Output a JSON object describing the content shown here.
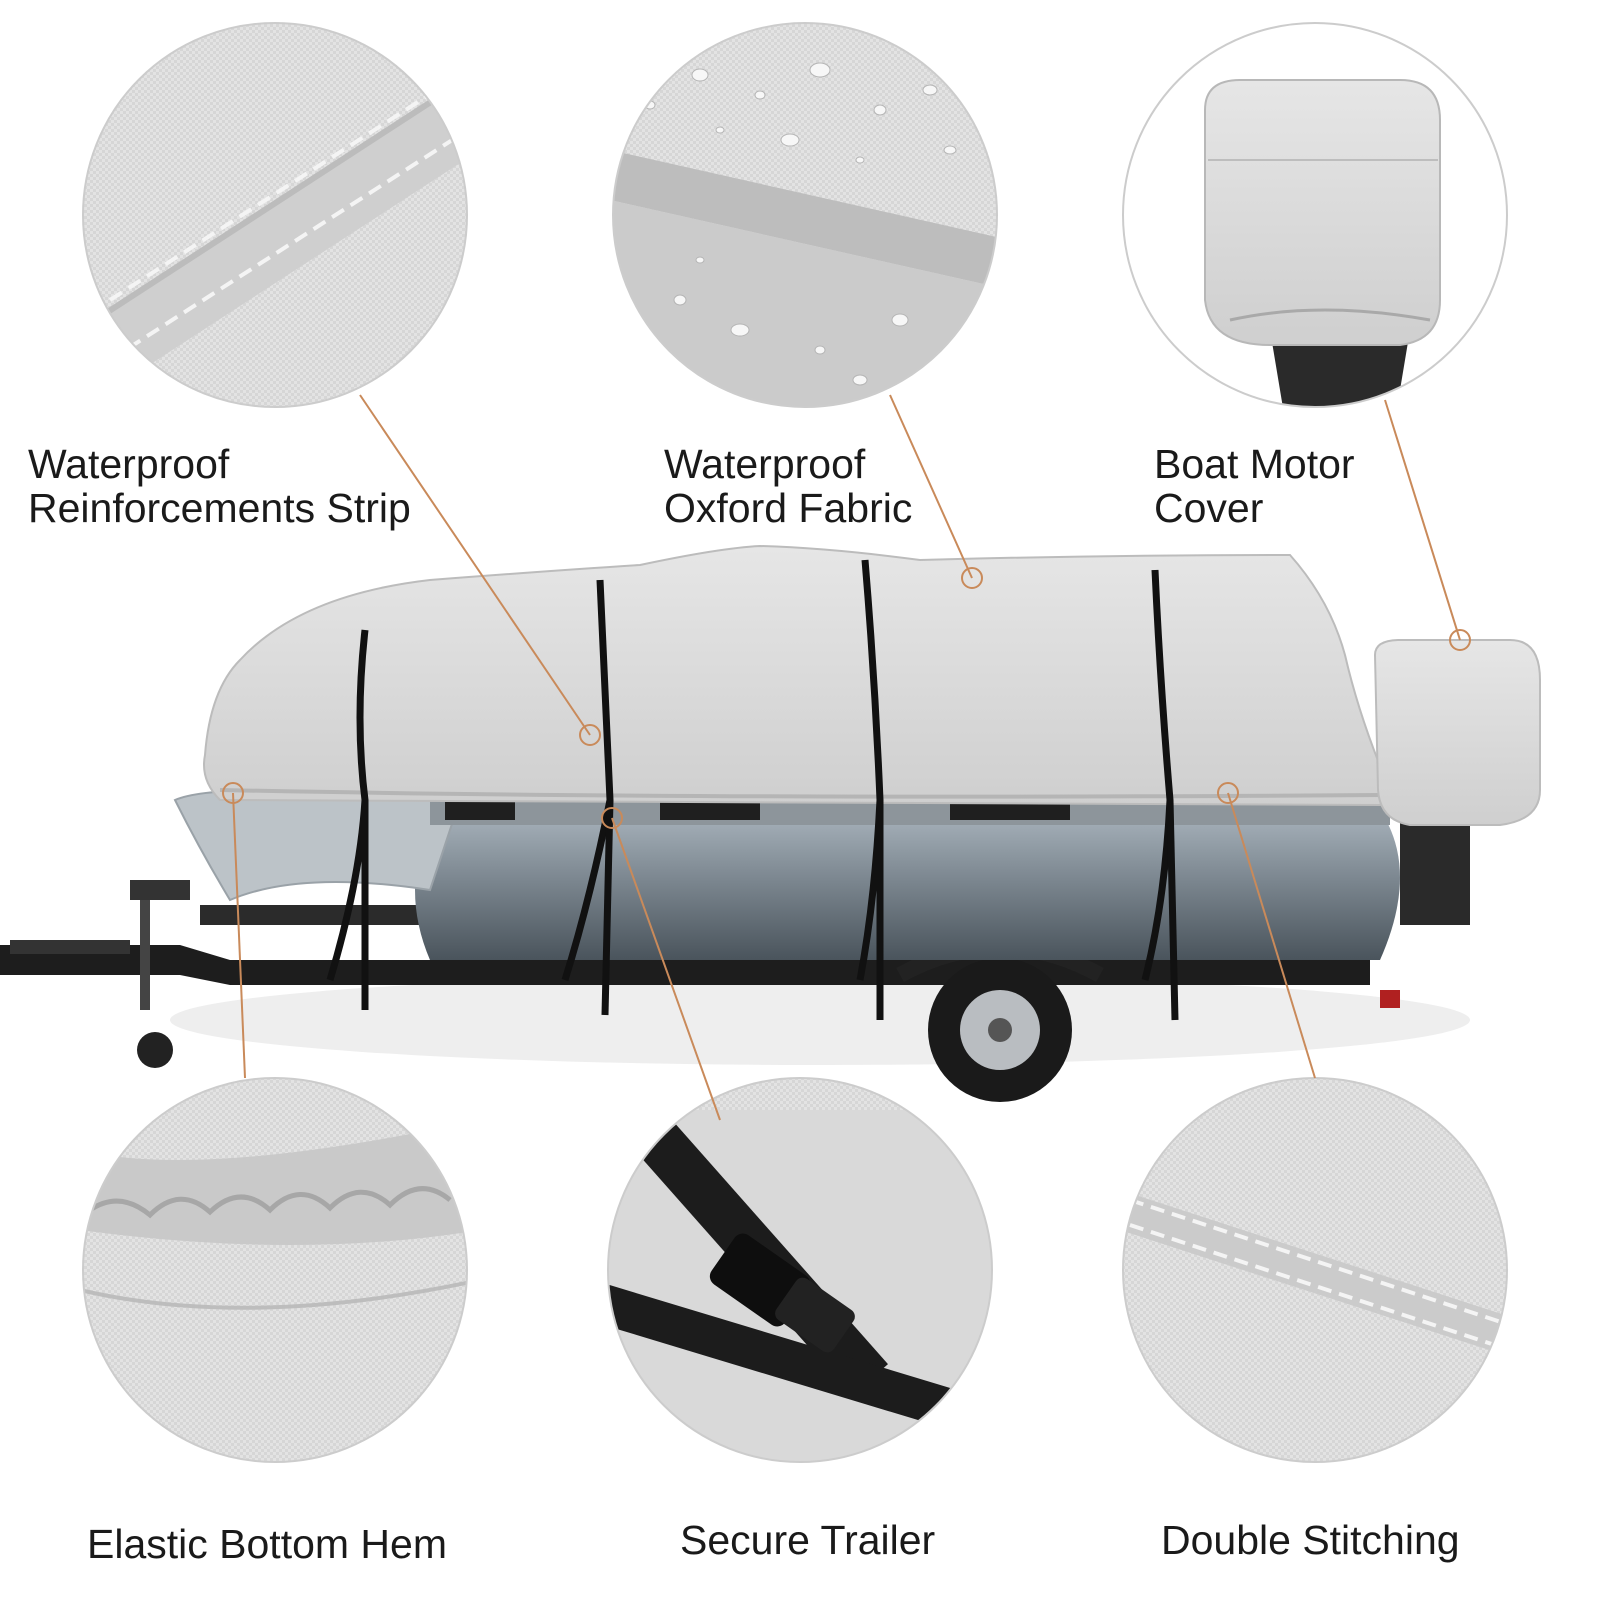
{
  "callouts": [
    {
      "id": "reinforcement-strip",
      "lines": [
        "Waterproof",
        "Reinforcements Strip"
      ]
    },
    {
      "id": "oxford-fabric",
      "lines": [
        "Waterproof",
        "Oxford Fabric"
      ]
    },
    {
      "id": "motor-cover",
      "lines": [
        "Boat Motor",
        "Cover"
      ]
    },
    {
      "id": "elastic-hem",
      "lines": [
        "Elastic Bottom Hem"
      ]
    },
    {
      "id": "secure-trailer",
      "lines": [
        "Secure Trailer"
      ]
    },
    {
      "id": "double-stitching",
      "lines": [
        "Double Stitching"
      ]
    }
  ],
  "colors": {
    "leader_line": "#c98a5a",
    "cover_fabric": "#d9d9d9",
    "pontoon": "#6d7780",
    "strap": "#111111"
  }
}
